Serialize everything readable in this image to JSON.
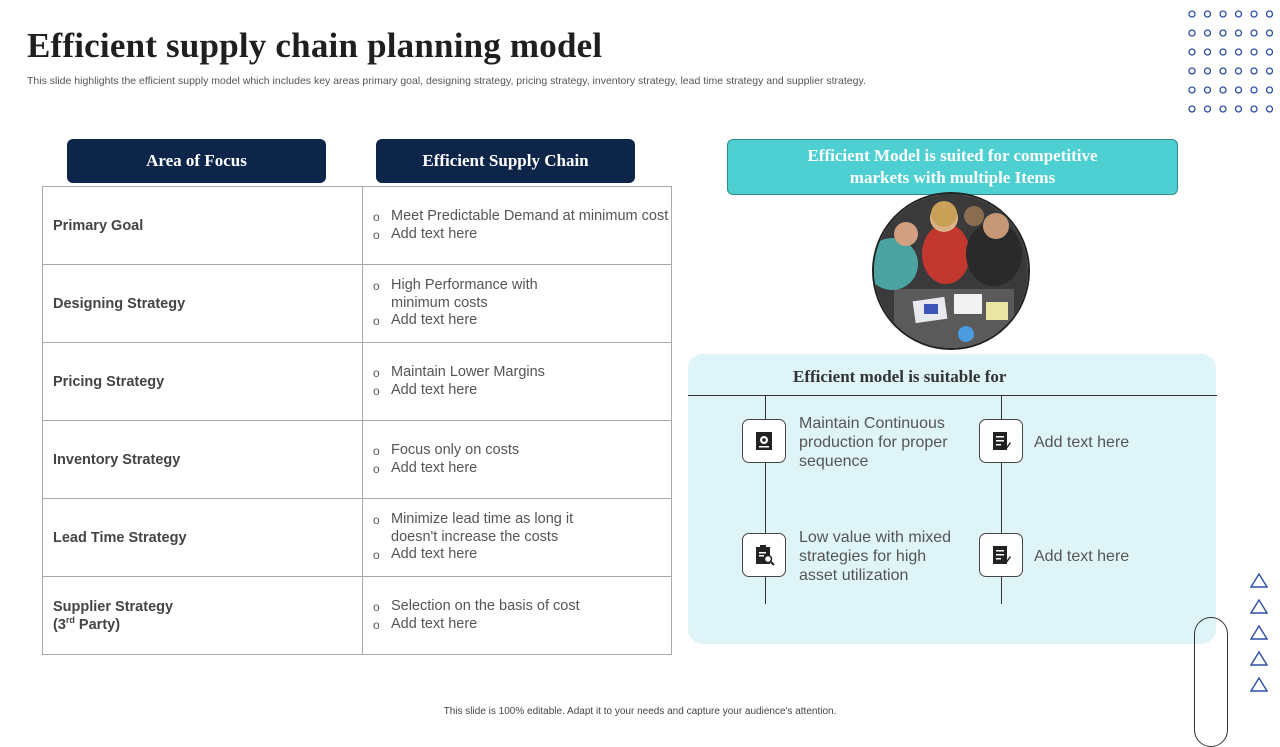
{
  "title": "Efficient supply chain planning model",
  "subtitle": "This slide highlights the efficient supply model which includes key areas primary goal, designing strategy, pricing strategy, inventory strategy, lead time strategy and supplier strategy.",
  "table": {
    "header_left": "Area of Focus",
    "header_right": "Efficient Supply Chain",
    "rows": [
      {
        "area": "Primary Goal",
        "points": [
          "Meet Predictable Demand at minimum cost",
          "Add text here"
        ]
      },
      {
        "area": "Designing Strategy",
        "points": [
          "High Performance with minimum costs",
          "Add text here"
        ]
      },
      {
        "area": "Pricing Strategy",
        "points": [
          "Maintain Lower Margins",
          "Add text here"
        ]
      },
      {
        "area": "Inventory Strategy",
        "points": [
          "Focus only on costs",
          "Add text here"
        ]
      },
      {
        "area": "Lead Time Strategy",
        "points": [
          "Minimize lead time as long it doesn't increase the costs",
          "Add text here"
        ]
      },
      {
        "area_line1": "Supplier Strategy",
        "area_line2_pre": "(3",
        "area_line2_sup": "rd",
        "area_line2_post": " Party)",
        "points": [
          "Selection on the basis of cost",
          "Add text here"
        ]
      }
    ]
  },
  "callout": "Efficient Model is suited for competitive markets with multiple Items",
  "panel": {
    "title": "Efficient model is suitable for",
    "items": [
      {
        "icon": "gear-document-icon",
        "text": "Maintain Continuous production for proper sequence"
      },
      {
        "icon": "document-pen-icon",
        "text": "Add text here"
      },
      {
        "icon": "clipboard-search-icon",
        "text": "Low value with mixed strategies for high asset utilization"
      },
      {
        "icon": "document-pen-icon",
        "text": "Add text here"
      }
    ]
  },
  "footer": "This slide is 100% editable. Adapt it to your needs and capture your audience's attention.",
  "colors": {
    "navy": "#0d2549",
    "teal": "#4ecfd1",
    "panel": "#dff4f6",
    "accent": "#2f4fa3"
  }
}
